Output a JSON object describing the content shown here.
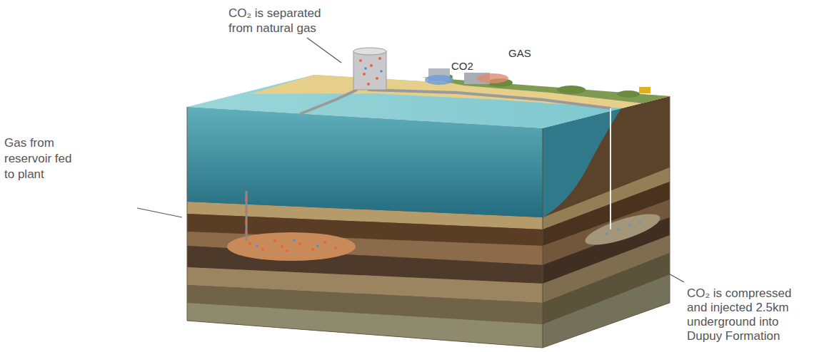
{
  "diagram": {
    "labels": [
      "CO₂ is separated from natural gas",
      "GAS",
      "CO2",
      "Gas from reservoir fed to plant",
      "CO₂ is compressed and injected 2.5km underground into Dupuy Formation"
    ]
  }
}
